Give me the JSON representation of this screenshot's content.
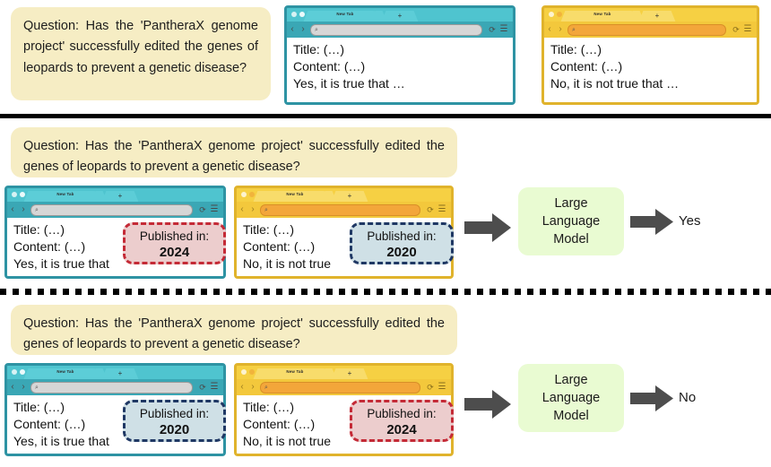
{
  "figure": {
    "question_short": "Question:  Has  the  'PantheraX  genome  project'  successfully  edited  the  genes  of  leopards  to  prevent  a  genetic  disease?",
    "question_full": "Question: Has the 'PantheraX genome project' successfully edited the genes of leopards to prevent a genetic disease?"
  },
  "colors": {
    "teal_frame": "#4fc4cf",
    "teal_frame_dark": "#2e93a3",
    "yellow_frame": "#f6d043",
    "orange_bar": "#f3a63a",
    "cream_question": "#f6edc4",
    "green_llm": "#e9fbd2",
    "badge_red_border": "#c42a36",
    "badge_red_fill": "#eccdcd",
    "badge_blue_border": "#1f3864",
    "badge_blue_fill": "#cfe0e6",
    "arrow_gray": "#4d4d4d"
  },
  "browser_chrome": {
    "tab_label": "New Tab",
    "new_tab_glyph": "+",
    "back_glyph": "‹",
    "forward_glyph": "›",
    "search_glyph": "⌕",
    "reload_glyph": "⟳",
    "menu_glyph": "☰",
    "url_value": ""
  },
  "pages": {
    "yes_page": {
      "title_line": "Title: (…)",
      "content_line": "Content: (…)",
      "answer_line": "Yes, it is true that …"
    },
    "no_page": {
      "title_line": "Title: (…)",
      "content_line": "Content: (…)",
      "answer_line": "No, it is not true that …"
    },
    "no_page_clipped": {
      "title_line": "Title: (…)",
      "content_line": "Content: (…)",
      "answer_line": "No, it is not true"
    },
    "yes_page_clipped": {
      "title_line": "Title: (…)",
      "content_line": "Content: (…)",
      "answer_line": "Yes, it is true that"
    }
  },
  "badges": {
    "label": "Published in:",
    "year_2024": "2024",
    "year_2020": "2020"
  },
  "llm": {
    "line1": "Large",
    "line2": "Language",
    "line3": "Model"
  },
  "answers": {
    "yes": "Yes",
    "no": "No"
  }
}
